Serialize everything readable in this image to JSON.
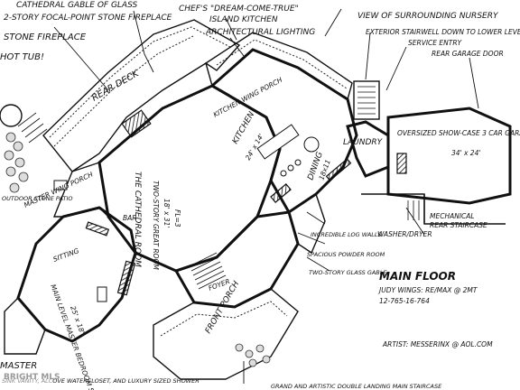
{
  "labels": {
    "cathedral_gable": "CATHEDRAL GABLE OF GLASS",
    "two_story_fireplace": "2-STORY FOCAL-POINT STONE FIREPLACE",
    "stone_fireplace": "STONE FIREPLACE",
    "hot_tub": "HOT TUB!",
    "chefs_kitchen": "CHEF'S \"DREAM-COME-TRUE\"",
    "island_kitchen": "ISLAND KITCHEN",
    "architectural_lighting": "ARCHITECTURAL LIGHTING",
    "view_nursery": "VIEW OF SURROUNDING NURSERY",
    "exterior_stairwell": "EXTERIOR STAIRWELL DOWN TO LOWER LEVEL",
    "service_entry": "SERVICE ENTRY",
    "rear_garage_door": "REAR GARAGE DOOR",
    "rear_deck": "REAR DECK",
    "kitchen_wing_porch": "KITCHEN WING PORCH",
    "outdoor_stone_patio": "OUTDOOR STONE PATIO",
    "cathedral_room": "THE CATHEDRAL ROOM",
    "great_room": "TWO-STORY GREAT ROOM",
    "great_room_dim": "18' x 31'",
    "great_room_ht": "FL=3",
    "kitchen": "KITCHEN",
    "kitchen_dim": "24' x 14'",
    "dining": "DINING",
    "dining_dim": "18x11",
    "laundry": "LAUNDRY",
    "garage": "OVERSIZED SHOW-CASE 3 CAR GARAGE",
    "garage_dim": "34' x 24'",
    "mechanical": "MECHANICAL",
    "rear_staircase": "REAR STAIRCASE",
    "washer_dryer": "WASHER/DRYER",
    "master_wing_porch": "MASTER WING PORCH",
    "sitting": "SITTING",
    "bar": "BAR",
    "incredible_log_walls": "INCREDIBLE LOG WALLS",
    "powder_room": "SPACIOUS POWDER ROOM",
    "two_story_glass_gable": "TWO-STORY GLASS GABLE",
    "master_suite": "MAIN LEVEL MASTER BEDROOM SUITE",
    "master_dim": "25' x 18'",
    "master": "MASTER",
    "foyer": "FOYER",
    "front_porch": "FRONT PORCH",
    "main_floor": "MAIN FLOOR",
    "credit": "JUDY WINGS: RE/MAX @ 2MT",
    "phone": "12-765-16-764",
    "artist": "ARTIST: MESSERINX @ AOL.COM",
    "bottom_note": "GRAND AND ARTISTIC DOUBLE LANDING MAIN STAIRCASE",
    "bath_note": "SINK VANITY, ALCOVE WATERCLOSET, AND LUXURY SIZED SHOWER",
    "watermark": "BRIGHT MLS"
  }
}
